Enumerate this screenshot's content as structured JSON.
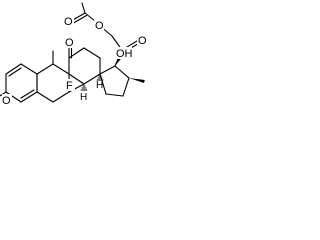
{
  "diagram": {
    "atoms": {
      "acetyl_oxygen": "O",
      "ester_oxygen": "O",
      "c20_oxygen": "O",
      "c11_oxygen": "O",
      "hydroxyl": "OH",
      "fluorine": "F",
      "c3_oxygen": "O",
      "h8": "H",
      "h14": "H"
    }
  }
}
